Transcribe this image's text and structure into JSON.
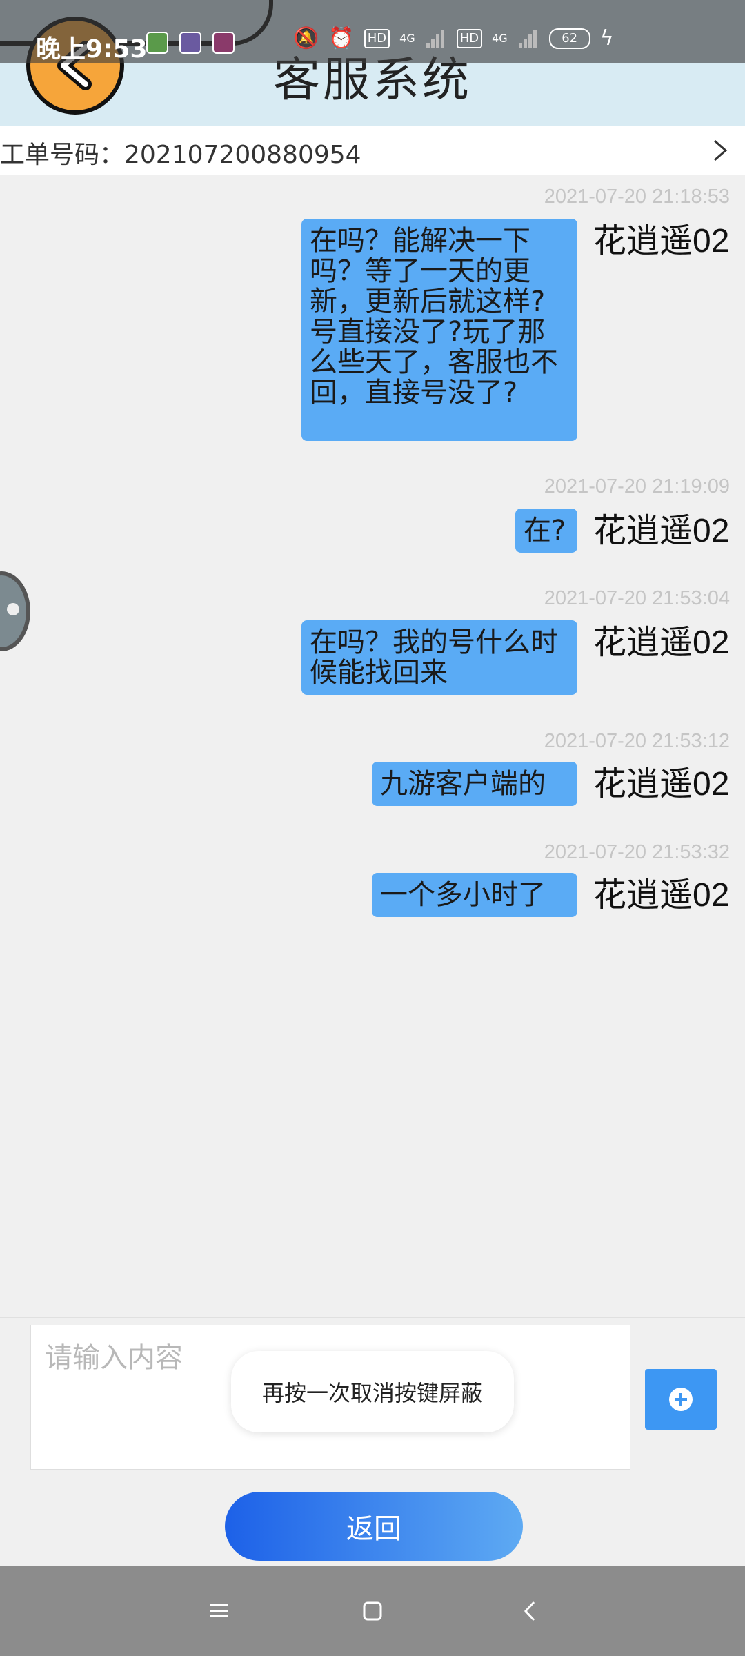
{
  "status_bar": {
    "time": "晚上9:53",
    "network_1": "4G",
    "network_2": "4G",
    "hd_1": "HD",
    "hd_2": "HD",
    "battery": "62"
  },
  "header": {
    "title": "客服系统"
  },
  "ticket": {
    "label": "工单号码：202107200880954"
  },
  "messages": [
    {
      "timestamp": "2021-07-20 21:18:53",
      "text": "在吗？能解决一下吗？等了一天的更新，更新后就这样?号直接没了?玩了那么些天了，客服也不回，直接号没了?",
      "user": "花逍遥02"
    },
    {
      "timestamp": "2021-07-20 21:19:09",
      "text": "在?",
      "user": "花逍遥02"
    },
    {
      "timestamp": "2021-07-20 21:53:04",
      "text": "在吗？我的号什么时候能找回来",
      "user": "花逍遥02"
    },
    {
      "timestamp": "2021-07-20 21:53:12",
      "text": "九游客户端的",
      "user": "花逍遥02"
    },
    {
      "timestamp": "2021-07-20 21:53:32",
      "text": "一个多小时了",
      "user": "花逍遥02"
    }
  ],
  "input": {
    "placeholder": "请输入内容",
    "value": ""
  },
  "toast": "再按一次取消按键屏蔽",
  "return_button": "返回",
  "colors": {
    "bubble": "#5aabf5",
    "header_bg": "#d8ebf3",
    "add_button": "#3d97f3",
    "return_gradient_start": "#1d61e8",
    "return_gradient_end": "#5eaaf3"
  }
}
